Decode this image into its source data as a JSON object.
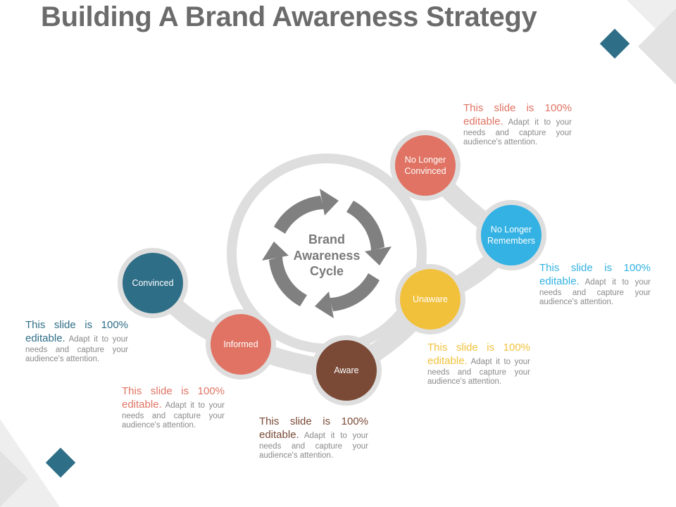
{
  "title": "Building A Brand Awareness Strategy",
  "center": {
    "line1": "Brand",
    "line2": "Awareness",
    "line3": "Cycle"
  },
  "colors": {
    "convinced": "#2f6e87",
    "informed": "#e07363",
    "aware": "#7a4a36",
    "unaware": "#f2c13c",
    "no_longer_remembers": "#33b2e3",
    "no_longer_convinced": "#e07363",
    "track": "#dedede",
    "arrows": "#808080",
    "diamond": "#2f6e87"
  },
  "stages": [
    {
      "key": "convinced",
      "line1": "Convinced",
      "line2": ""
    },
    {
      "key": "informed",
      "line1": "Informed",
      "line2": ""
    },
    {
      "key": "aware",
      "line1": "Aware",
      "line2": ""
    },
    {
      "key": "unaware",
      "line1": "Unaware",
      "line2": ""
    },
    {
      "key": "no_longer_remembers",
      "line1": "No Longer",
      "line2": "Remembers"
    },
    {
      "key": "no_longer_convinced",
      "line1": "No Longer",
      "line2": "Convinced"
    }
  ],
  "descriptions": [
    {
      "key": "convinced",
      "highlight": "This slide is 100% editable.",
      "body": " Adapt it to your needs and capture your audience's attention."
    },
    {
      "key": "informed",
      "highlight": "This slide is 100% editable.",
      "body": " Adapt it to your needs and capture your audience's attention."
    },
    {
      "key": "aware",
      "highlight": "This slide is 100% editable.",
      "body": " Adapt it to your needs and capture your audience's attention."
    },
    {
      "key": "unaware",
      "highlight": "This slide is 100% editable.",
      "body": " Adapt it to your needs and capture your audience's attention."
    },
    {
      "key": "no_longer_remembers",
      "highlight": "This slide is 100% editable.",
      "body": " Adapt it to your needs and capture your audience's attention."
    },
    {
      "key": "no_longer_convinced",
      "highlight": "This slide is 100% editable.",
      "body": " Adapt it to your needs and capture your audience's attention."
    }
  ]
}
